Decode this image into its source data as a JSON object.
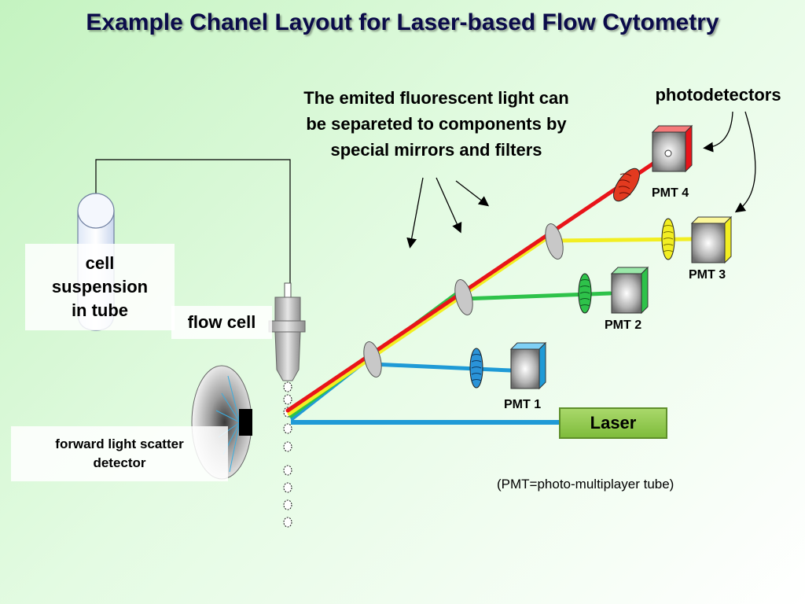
{
  "title": "Example Chanel Layout for Laser-based Flow Cytometry",
  "emitted_light_note": {
    "line1": "The emited fluorescent light can",
    "line2": "be separeted to components by",
    "line3": "special mirrors and filters"
  },
  "photodetectors_label": "photodetectors",
  "cell_suspension": {
    "line1": "cell",
    "line2": "suspension",
    "line3": "in tube"
  },
  "flow_cell_label": "flow cell",
  "forward_scatter": {
    "line1": "forward light scatter",
    "line2": "detector"
  },
  "laser_label": "Laser",
  "pmt_labels": [
    "PMT 1",
    "PMT 2",
    "PMT 3",
    "PMT 4"
  ],
  "pmt_note": "(PMT=photo-multiplayer tube)",
  "colors": {
    "blue_beam": "#1f9ad6",
    "green_beam": "#2ec24a",
    "yellow_beam": "#f2ee22",
    "red_beam": "#e8141a",
    "title": "#0b0b4a",
    "laser_fill": "#8cc84b"
  }
}
